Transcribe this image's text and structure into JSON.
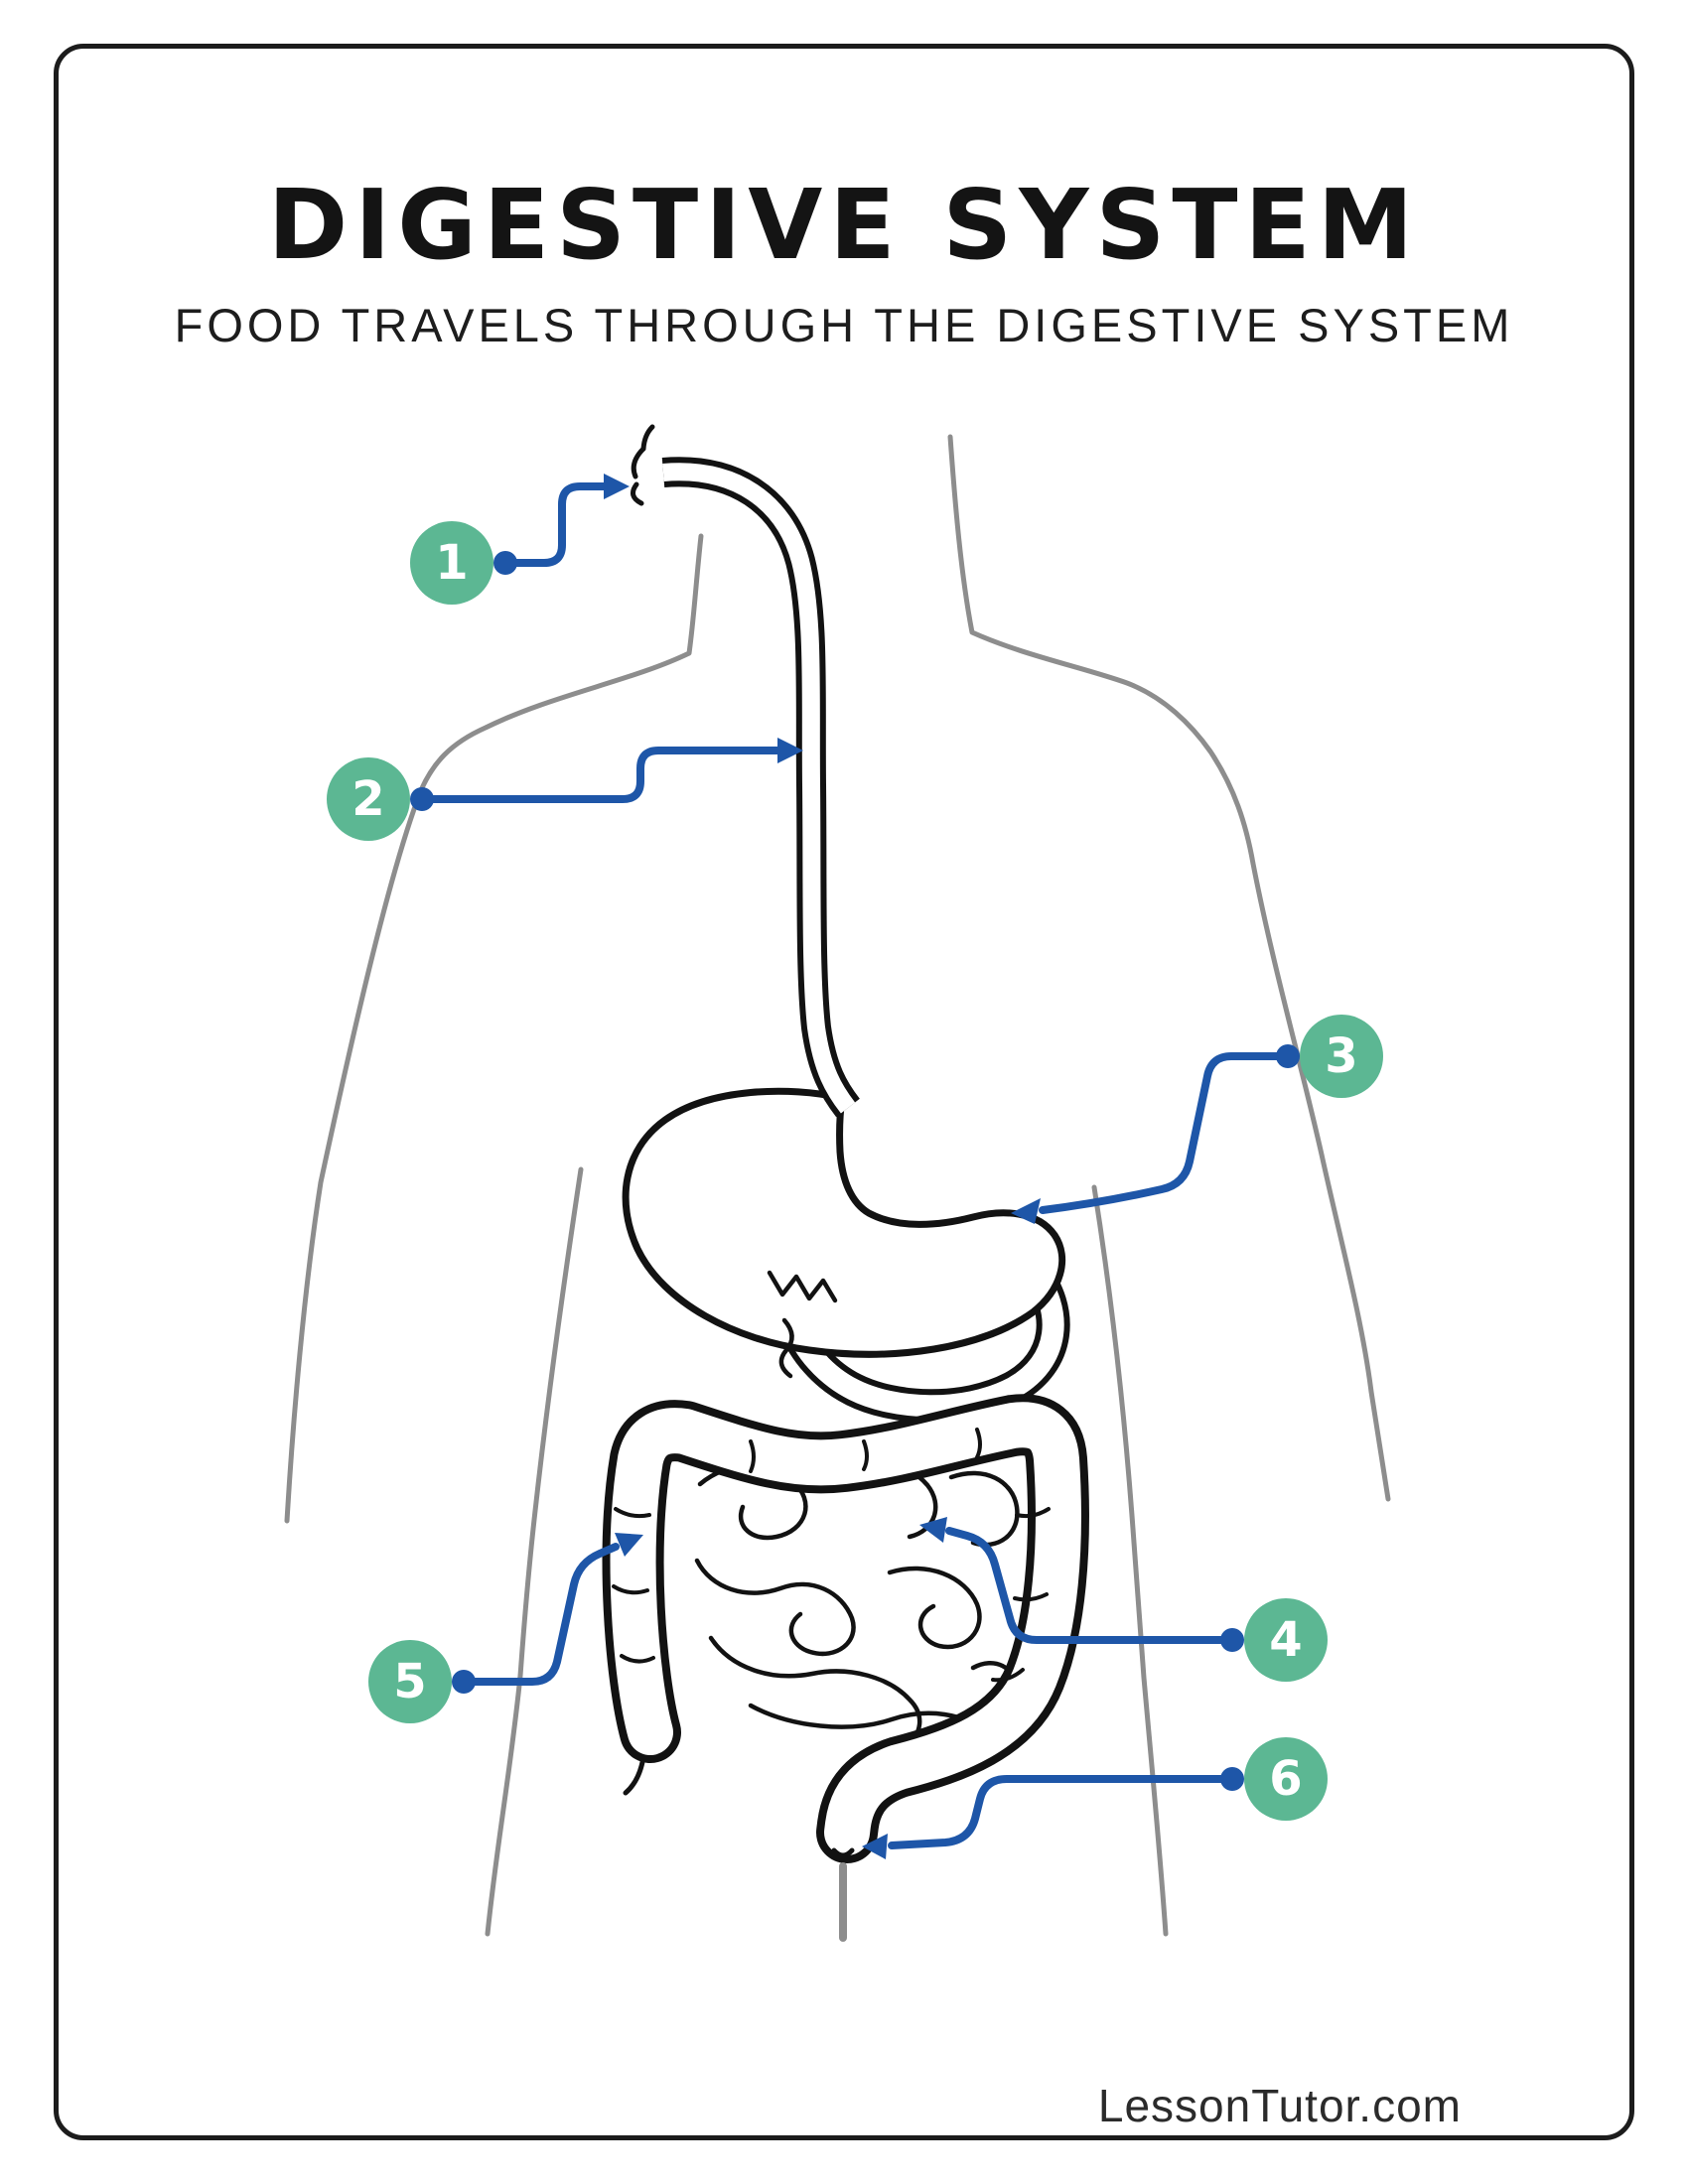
{
  "page": {
    "title": "DIGESTIVE SYSTEM",
    "subtitle": "FOOD TRAVELS THROUGH THE DIGESTIVE SYSTEM",
    "footer": "LessonTutor.com"
  },
  "colors": {
    "label_green": "#5cb793",
    "arrow_blue": "#1e56a8",
    "body_gray": "#8d8d8d",
    "ink": "#121212"
  },
  "labels": [
    {
      "number": "1",
      "points_to": "mouth"
    },
    {
      "number": "2",
      "points_to": "esophagus"
    },
    {
      "number": "3",
      "points_to": "stomach"
    },
    {
      "number": "4",
      "points_to": "small-intestine"
    },
    {
      "number": "5",
      "points_to": "large-intestine"
    },
    {
      "number": "6",
      "points_to": "rectum"
    }
  ]
}
